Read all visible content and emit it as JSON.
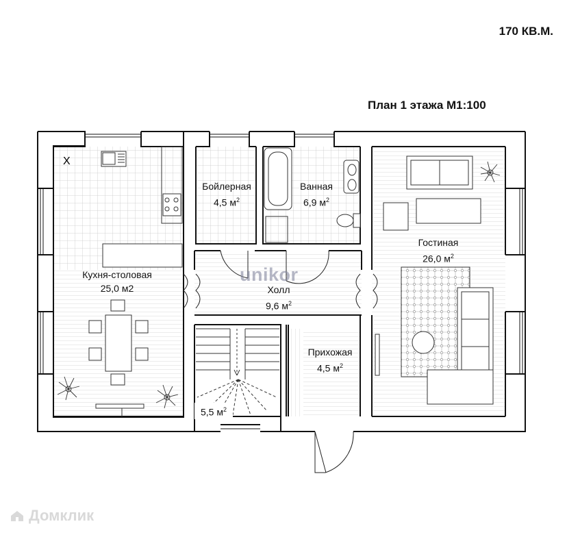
{
  "header": {
    "total_area": "170 КВ.М.",
    "plan_title": "План 1 этажа М1:100"
  },
  "rooms": {
    "kitchen": {
      "name": "Кухня-столовая",
      "area": "25,0 м2"
    },
    "boiler": {
      "name": "Бойлерная",
      "area": "4,5 м",
      "sup": "2"
    },
    "bath": {
      "name": "Ванная",
      "area": "6,9 м",
      "sup": "2"
    },
    "living": {
      "name": "Гостиная",
      "area": "26,0 м",
      "sup": "2"
    },
    "hall": {
      "name": "Холл",
      "area": "9,6 м",
      "sup": "2"
    },
    "entry": {
      "name": "Прихожая",
      "area": "4,5 м",
      "sup": "2"
    },
    "stairs": {
      "area": "5,5 м",
      "sup": "2"
    }
  },
  "watermark": "unikor",
  "footer_logo": "Домклик",
  "icons": {
    "kitchen_mark": "X",
    "footer": "house-icon"
  }
}
